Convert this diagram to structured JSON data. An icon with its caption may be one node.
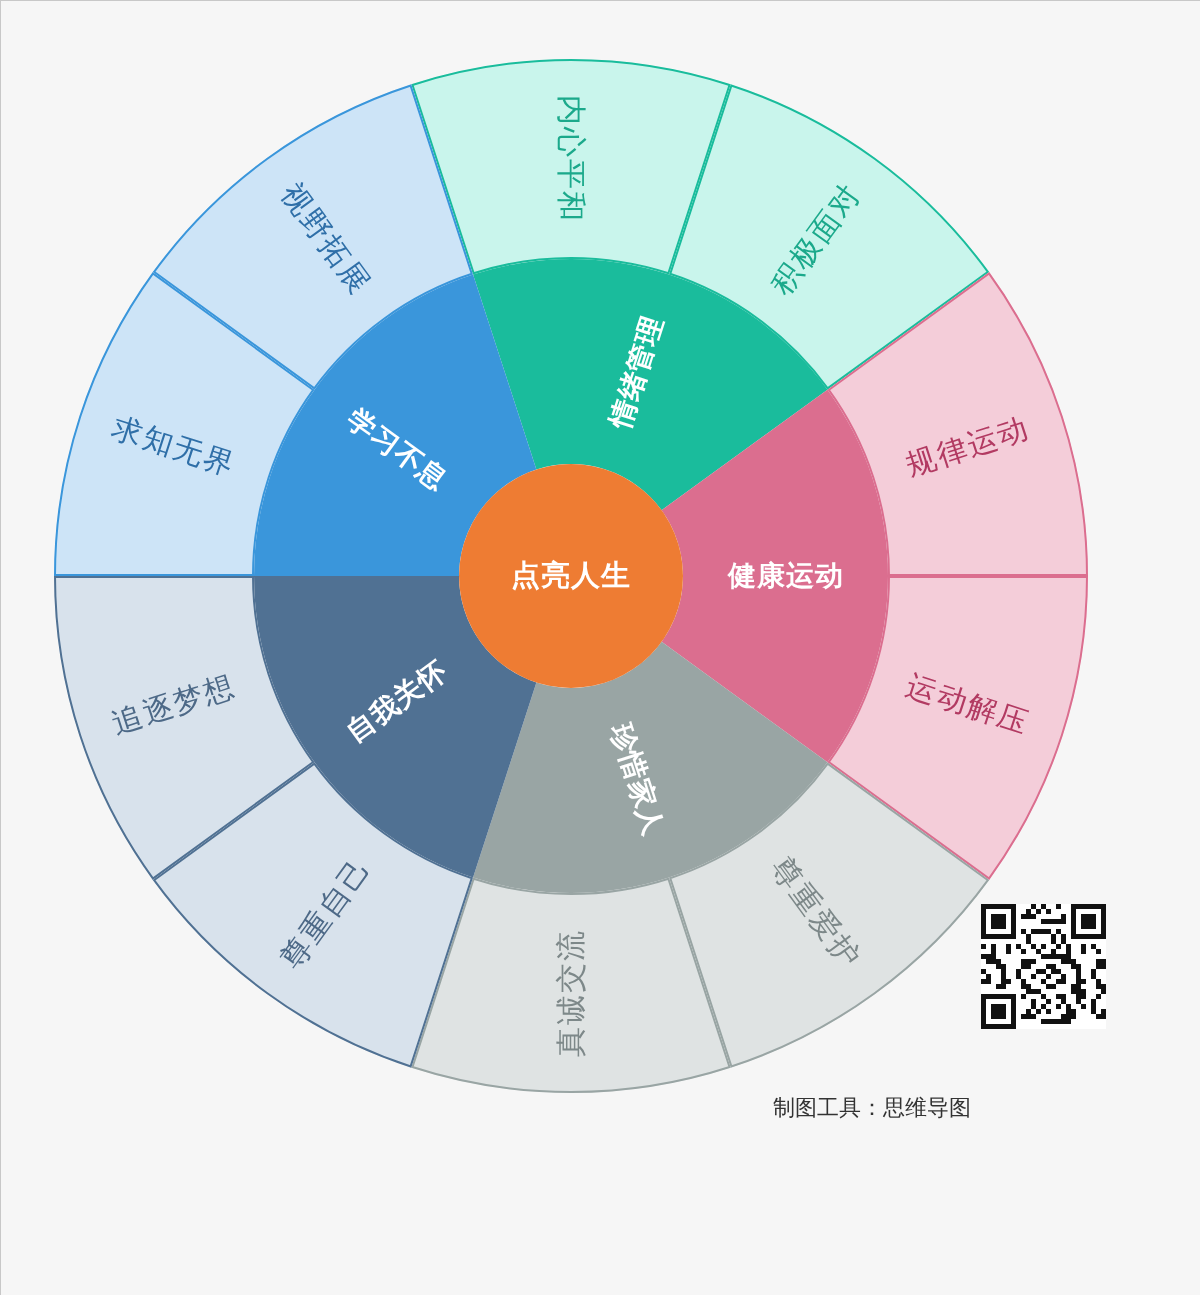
{
  "diagram": {
    "nodes": [
      {
        "text": [
          "点亮人生"
        ]
      },
      {
        "text": [
          "情绪管理"
        ]
      },
      {
        "text": [
          "健康运动"
        ]
      },
      {
        "text": [
          "珍惜家人"
        ]
      },
      {
        "text": [
          "自我关怀"
        ]
      },
      {
        "text": [
          "学习不息"
        ]
      },
      {
        "text": [
          "内心平和"
        ]
      },
      {
        "text": [
          "积极面对"
        ]
      },
      {
        "text": [
          "规律运动"
        ]
      },
      {
        "text": [
          "运动解压"
        ]
      },
      {
        "text": [
          "尊重爱护"
        ]
      },
      {
        "text": [
          "真诚交流"
        ]
      },
      {
        "text": [
          "尊重自己"
        ]
      },
      {
        "text": [
          "追逐梦想"
        ]
      },
      {
        "text": [
          "求知无界"
        ]
      },
      {
        "text": [
          "视野拓展"
        ]
      }
    ],
    "labels": [
      "制图工具：思维导图"
    ]
  }
}
